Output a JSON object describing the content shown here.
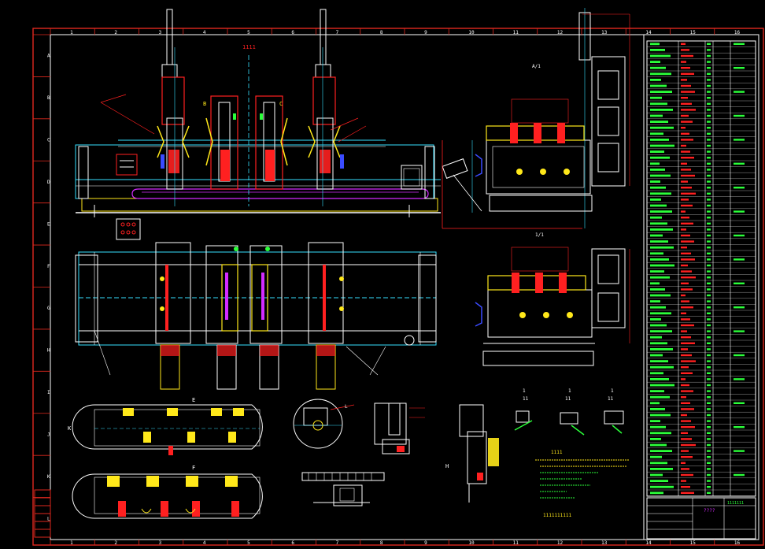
{
  "colors": {
    "background": "#000000",
    "border": "#e0281e",
    "frame": "#ffffff",
    "red": "#ff2020",
    "yellow": "#ffe81a",
    "cyan": "#36e0ff",
    "green": "#2bff3a",
    "magenta": "#d42bff",
    "blue": "#3a4bff",
    "lightcyan": "#9ff6ff"
  },
  "grid": {
    "top_columns": [
      "1",
      "2",
      "3",
      "4",
      "5",
      "6",
      "7",
      "8",
      "9",
      "10",
      "11",
      "12",
      "13",
      "14",
      "15",
      "16"
    ],
    "bottom_columns": [
      "1",
      "2",
      "3",
      "4",
      "5",
      "6",
      "7",
      "8",
      "9",
      "10",
      "11",
      "12",
      "13",
      "14",
      "15",
      "16"
    ],
    "rows": [
      "A",
      "B",
      "C",
      "D",
      "E",
      "F",
      "G",
      "H",
      "I",
      "J",
      "K",
      "L"
    ]
  },
  "labels": {
    "view_center": "1111",
    "right_view_top": "A/1",
    "right_view_bottom": "1/1",
    "section_b": "B",
    "section_c": "C",
    "detail_k": "K",
    "detail_e": "E",
    "detail_f": "F",
    "detail_l": "L",
    "detail_h": "H",
    "note_title": "1111",
    "note_footer": "1111111111",
    "dim_small_a": "1",
    "dim_small_b": "1",
    "dim_small_c": "1",
    "dim_small_d": "11",
    "dim_small_e": "11",
    "dim_small_f": "11"
  },
  "title_block": {
    "title": "????",
    "company": "1111111"
  }
}
